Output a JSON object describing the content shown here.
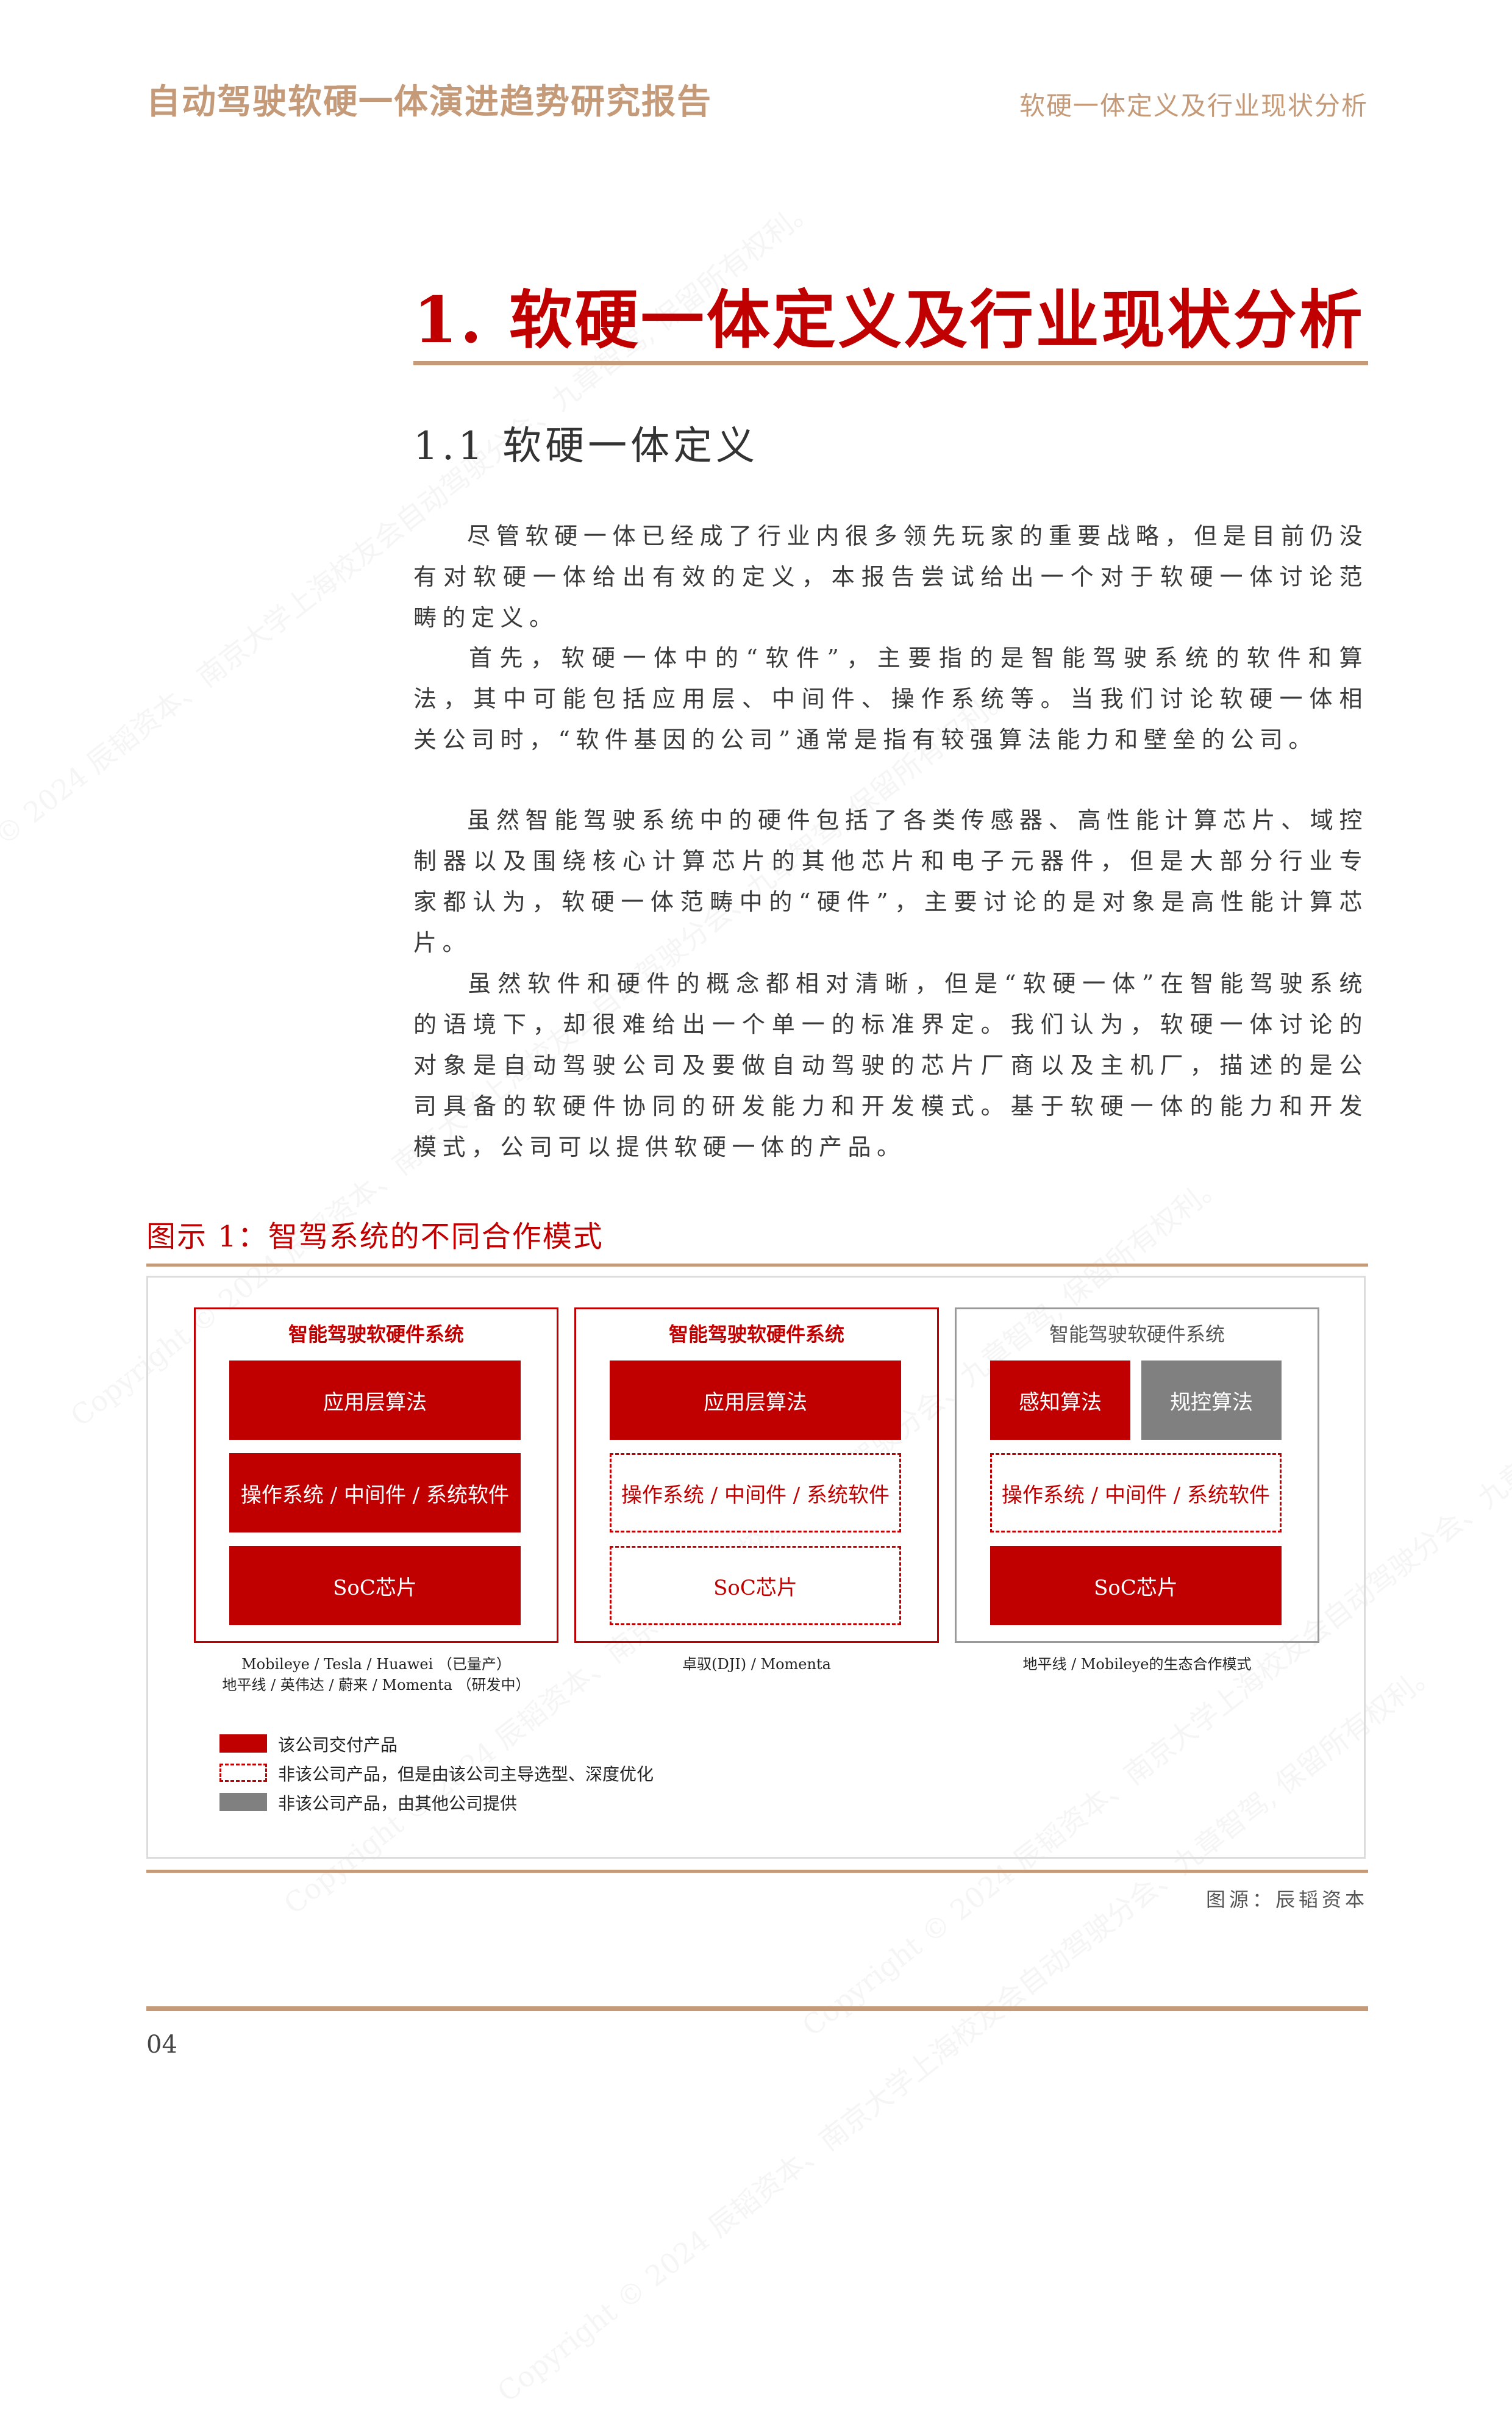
{
  "header": {
    "report_title": "自动驾驶软硬一体演进趋势研究报告",
    "section_title": "软硬一体定义及行业现状分析"
  },
  "chapter": {
    "title": "1. 软硬一体定义及行业现状分析",
    "section": "1.1 软硬一体定义"
  },
  "paragraphs": [
    "尽管软硬一体已经成了行业内很多领先玩家的重要战略，但是目前仍没有对软硬一体给出有效的定义，本报告尝试给出一个对于软硬一体讨论范畴的定义。",
    "首先，软硬一体中的“软件”，主要指的是智能驾驶系统的软件和算法，其中可能包括应用层、中间件、操作系统等。当我们讨论软硬一体相关公司时，“软件基因的公司”通常是指有较强算法能力和壁垒的公司。",
    "虽然智能驾驶系统中的硬件包括了各类传感器、高性能计算芯片、域控制器以及围绕核心计算芯片的其他芯片和电子元器件，但是大部分行业专家都认为，软硬一体范畴中的“硬件”，主要讨论的是对象是高性能计算芯片。",
    "虽然软件和硬件的概念都相对清晰，但是“软硬一体”在智能驾驶系统的语境下，却很难给出一个单一的标准界定。我们认为，软硬一体讨论的对象是自动驾驶公司及要做自动驾驶的芯片厂商以及主机厂，描述的是公司具备的软硬件协同的研发能力和开发模式。基于软硬一体的能力和开发模式，公司可以提供软硬一体的产品。"
  ],
  "figure": {
    "title": "图示 1：智驾系统的不同合作模式",
    "source": "图源：辰韬资本",
    "systems": [
      {
        "title": "智能驾驶软硬件系统",
        "layers": [
          "应用层算法",
          "操作系统 / 中间件 / 系统软件",
          "SoC芯片"
        ],
        "caption_1": "Mobileye / Tesla / Huawei （已量产）",
        "caption_2": "地平线 / 英伟达 / 蔚来 / Momenta （研发中）"
      },
      {
        "title": "智能驾驶软硬件系统",
        "layers": [
          "应用层算法",
          "操作系统 / 中间件 / 系统软件",
          "SoC芯片"
        ],
        "caption_1": "卓驭(DJI) / Momenta"
      },
      {
        "title": "智能驾驶软硬件系统",
        "layers": [
          "感知算法",
          "规控算法",
          "操作系统 / 中间件 / 系统软件",
          "SoC芯片"
        ],
        "caption_1": "地平线 / Mobileye的生态合作模式"
      }
    ],
    "legend": [
      "该公司交付产品",
      "非该公司产品，但是由该公司主导选型、深度优化",
      "非该公司产品，由其他公司提供"
    ]
  },
  "footer": {
    "page_number": "04"
  },
  "watermark": "Copyright © 2024 辰韬资本、南京大学上海校友会自动驾驶分会、九章智驾, 保留所有权利。",
  "colors": {
    "accent_red": "#c00000",
    "tan": "#c49a78",
    "grey_block": "#808080"
  }
}
